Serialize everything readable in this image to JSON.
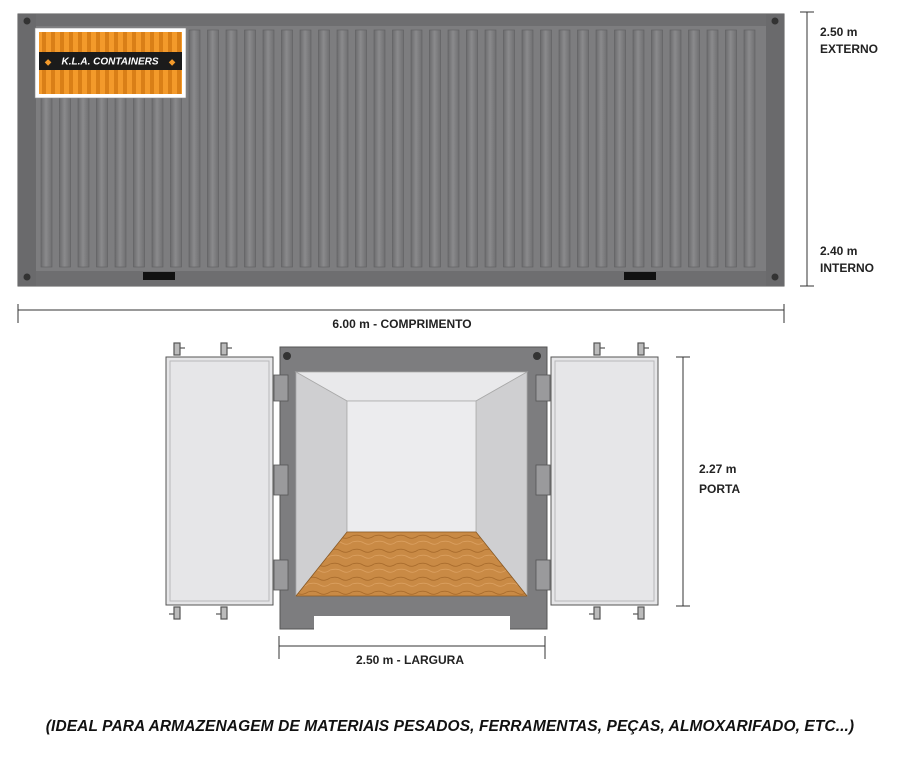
{
  "logo": {
    "text": "K.L.A. CONTAINERS"
  },
  "dimensions": {
    "external_height_value": "2.50 m",
    "external_height_label": "EXTERNO",
    "internal_height_value": "2.40 m",
    "internal_height_label": "INTERNO",
    "length_label": "6.00 m - COMPRIMENTO",
    "door_height_value": "2.27 m",
    "door_height_label": "PORTA",
    "width_label": "2.50 m - LARGURA"
  },
  "caption": "(IDEAL PARA ARMAZENAGEM DE MATERIAIS PESADOS, FERRAMENTAS, PEÇAS, ALMOXARIFADO, ETC...)",
  "colors": {
    "container_body": "#7d7d7f",
    "container_dark": "#5e5e60",
    "logo_orange": "#f39a2b",
    "door_panel": "#e6e6e8",
    "floor_wood": "#c98a45"
  }
}
